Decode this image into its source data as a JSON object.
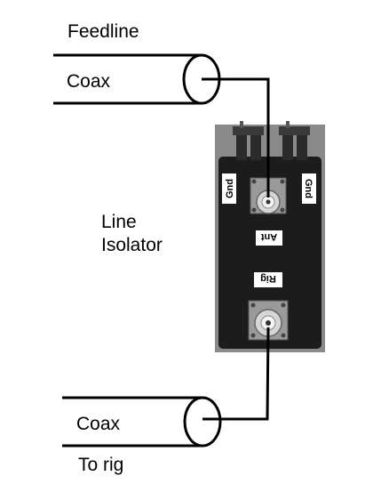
{
  "labels": {
    "feedline": "Feedline",
    "coax_top": "Coax",
    "device_line1": "Line",
    "device_line2": "Isolator",
    "coax_bottom": "Coax",
    "to_rig": "To rig"
  },
  "device": {
    "gnd_left": "Gnd",
    "gnd_right": "Gnd",
    "ant": "Ant",
    "rig": "Rig"
  },
  "colors": {
    "line": "#000000",
    "device_body": "#1c1c1c",
    "device_frame": "#8a8a8a",
    "label_tag": "#ffffff",
    "connector_metal": "#c8c8c8"
  }
}
